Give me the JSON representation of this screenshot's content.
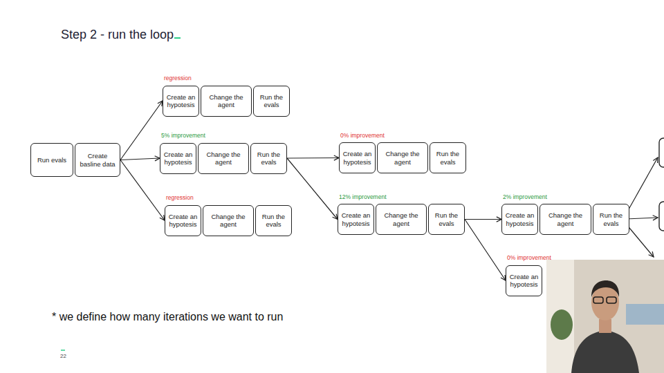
{
  "diagram": {
    "title": "Step 2 - run the loop",
    "nodes": [
      {
        "text": [
          "Run evals"
        ]
      },
      {
        "text": [
          "Create basline data"
        ]
      },
      {
        "text": [
          "Create an hypotesis"
        ]
      },
      {
        "text": [
          "Change the agent"
        ]
      },
      {
        "text": [
          "Run the evals"
        ]
      },
      {
        "text": [
          "Create an hypotesis"
        ]
      },
      {
        "text": [
          "Change the agent"
        ]
      },
      {
        "text": [
          "Run the evals"
        ]
      },
      {
        "text": [
          "Create an hypotesis"
        ]
      },
      {
        "text": [
          "Change the agent"
        ]
      },
      {
        "text": [
          "Run the evals"
        ]
      },
      {
        "text": [
          "Create an hypotesis"
        ]
      },
      {
        "text": [
          "Change the agent"
        ]
      },
      {
        "text": [
          "Run the evals"
        ]
      },
      {
        "text": [
          "Create an hypotesis"
        ]
      },
      {
        "text": [
          "Change the agent"
        ]
      },
      {
        "text": [
          "Run the evals"
        ]
      },
      {
        "text": [
          "Create an hypotesis"
        ]
      },
      {
        "text": [
          "Change the agent"
        ]
      },
      {
        "text": [
          "Run the evals"
        ]
      },
      {
        "text": [
          "Create an hypotesis"
        ]
      }
    ],
    "edges": [
      {
        "from": 1,
        "to": 2,
        "arrow": "to"
      },
      {
        "from": 1,
        "to": 5,
        "arrow": "to"
      },
      {
        "from": 1,
        "to": 8,
        "arrow": "to"
      },
      {
        "from": 7,
        "to": 11,
        "arrow": "to"
      },
      {
        "from": 7,
        "to": 14,
        "arrow": "to"
      },
      {
        "from": 16,
        "to": 17,
        "arrow": "to"
      },
      {
        "from": 16,
        "to": 20,
        "arrow": "to"
      }
    ],
    "labels": [
      "regression",
      "5% improvement",
      "regression",
      "0% improvement",
      "12% improvement",
      "2% improvement",
      "0% improvement",
      "* we define how many iterations we want to run",
      "22"
    ]
  }
}
